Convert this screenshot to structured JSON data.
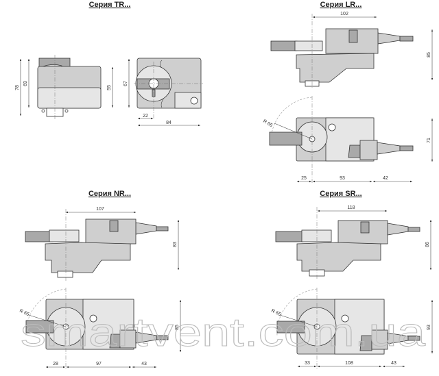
{
  "watermark": "smartvent.com.ua",
  "series": {
    "tr": {
      "title": "Серия TR...",
      "dims": {
        "h_total": "78",
        "h_body": "69",
        "h_side": "55",
        "h_front": "67",
        "axis_offset": "22",
        "width": "84"
      }
    },
    "lr": {
      "title": "Серия LR...",
      "dims": {
        "length": "102",
        "height": "85",
        "radius": "R 65",
        "width": "71",
        "left": "25",
        "mid": "93",
        "cable": "42"
      }
    },
    "nr": {
      "title": "Серия NR...",
      "dims": {
        "length": "107",
        "height": "83",
        "radius": "R 65",
        "width": "85",
        "left": "28",
        "mid": "97",
        "cable": "43"
      }
    },
    "sr": {
      "title": "Серия SR...",
      "dims": {
        "length": "118",
        "height": "86",
        "radius": "R 65",
        "width": "93",
        "left": "33",
        "mid": "108",
        "cable": "43"
      }
    }
  }
}
